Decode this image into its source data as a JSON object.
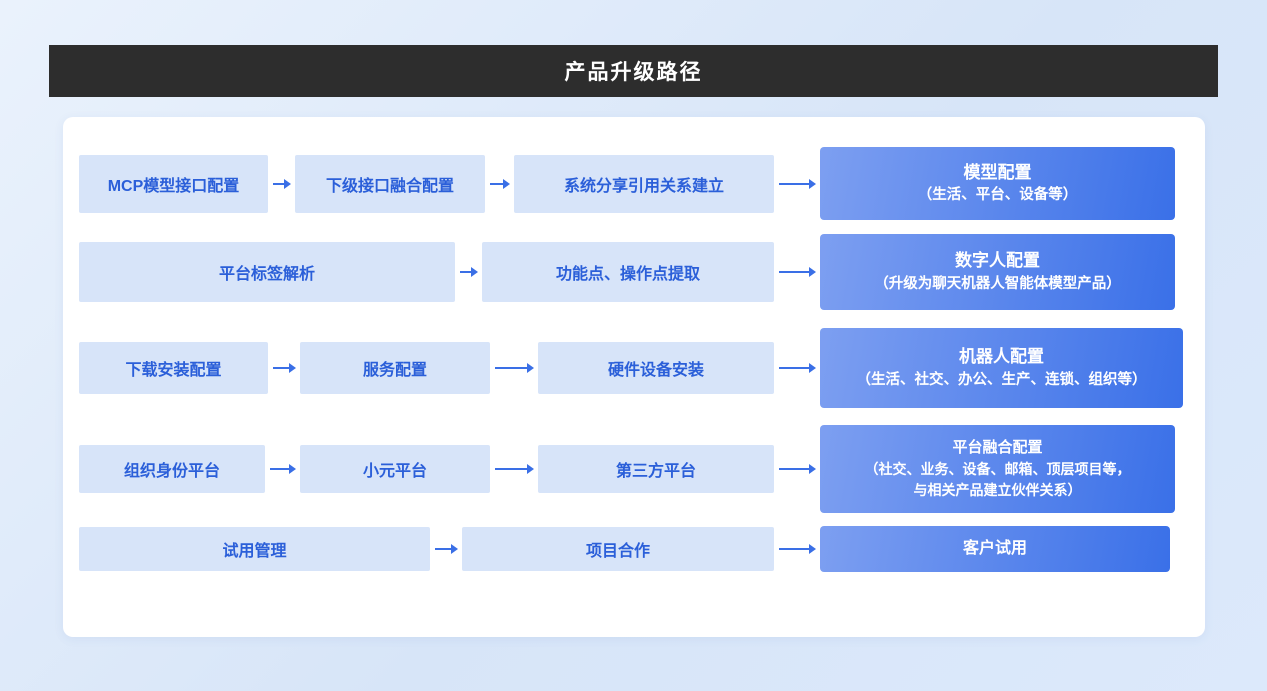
{
  "header": {
    "title": "产品升级路径"
  },
  "colors": {
    "header_bg": "#2d2d2d",
    "step_box_bg": "#d7e4f9",
    "step_text": "#2b5fd9",
    "arrow": "#3a6fe6",
    "result_gradient_from": "#7d9ff1",
    "result_gradient_to": "#3a70e8"
  },
  "rows": [
    {
      "steps": [
        "MCP模型接口配置",
        "下级接口融合配置",
        "系统分享引用关系建立"
      ],
      "result": {
        "title": "模型配置",
        "subtitles": [
          "（生活、平台、设备等）"
        ]
      }
    },
    {
      "steps": [
        "平台标签解析",
        "功能点、操作点提取"
      ],
      "result": {
        "title": "数字人配置",
        "subtitles": [
          "（升级为聊天机器人智能体模型产品）"
        ]
      }
    },
    {
      "steps": [
        "下载安装配置",
        "服务配置",
        "硬件设备安装"
      ],
      "result": {
        "title": "机器人配置",
        "subtitles": [
          "（生活、社交、办公、生产、连锁、组织等）"
        ]
      }
    },
    {
      "steps": [
        "组织身份平台",
        "小元平台",
        "第三方平台"
      ],
      "result": {
        "title": "平台融合配置",
        "subtitles": [
          "（社交、业务、设备、邮箱、顶层项目等，",
          "与相关产品建立伙伴关系）"
        ]
      }
    },
    {
      "steps": [
        "试用管理",
        "项目合作"
      ],
      "result": {
        "title": "客户试用",
        "subtitles": []
      }
    }
  ]
}
